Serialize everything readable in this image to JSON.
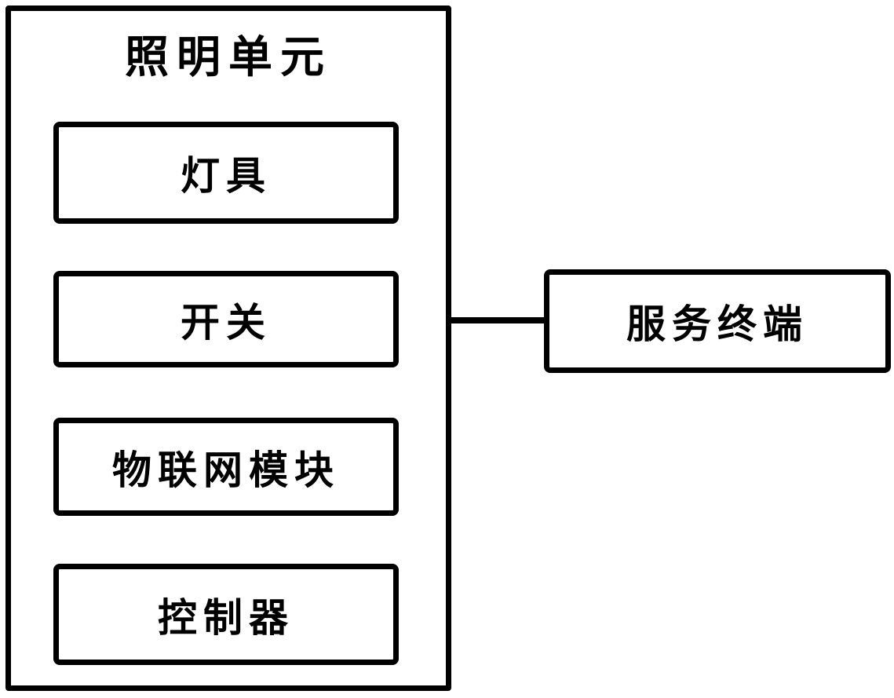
{
  "diagram": {
    "type": "block-diagram",
    "colors": {
      "line": "#000000",
      "background": "#ffffff",
      "text": "#000000"
    },
    "lighting_unit": {
      "title": "照明单元",
      "components": [
        {
          "label": "灯具"
        },
        {
          "label": "开关"
        },
        {
          "label": "物联网模块"
        },
        {
          "label": "控制器"
        }
      ]
    },
    "service_terminal": {
      "label": "服务终端"
    },
    "connections": [
      {
        "from": "照明单元",
        "to": "服务终端",
        "style": "horizontal-line"
      }
    ]
  }
}
